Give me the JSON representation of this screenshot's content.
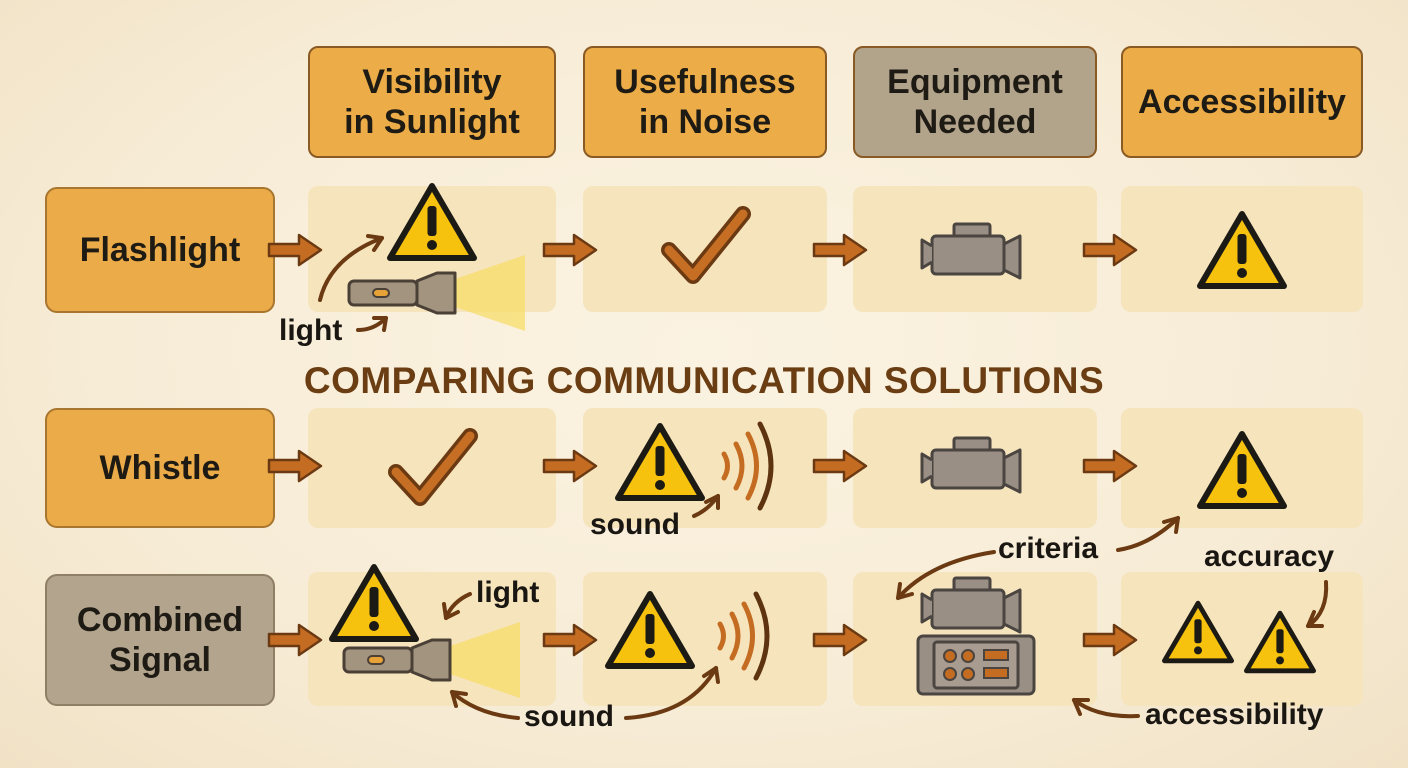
{
  "title": "COMPARING COMMUNICATION SOLUTIONS",
  "columns": [
    {
      "line1": "Visibility",
      "line2": "in Sunlight"
    },
    {
      "line1": "Usefulness",
      "line2": "in Noise"
    },
    {
      "line1": "Equipment",
      "line2": "Needed"
    },
    {
      "line1": "Accessibility",
      "line2": ""
    }
  ],
  "rows": [
    {
      "line1": "Flashlight",
      "line2": ""
    },
    {
      "line1": "Whistle",
      "line2": ""
    },
    {
      "line1": "Combined",
      "line2": "Signal"
    }
  ],
  "annotations": {
    "light_row1": "light",
    "sound_row2": "sound",
    "criteria": "criteria",
    "accuracy": "accuracy",
    "light_row3": "light",
    "sound_row3": "sound",
    "accessibility": "accessibility"
  },
  "colors": {
    "accent": "#ecad48",
    "neutral": "#b2a38b",
    "cell": "#f6e4bd",
    "arrow": "#c46d22",
    "warning": "#f6c20e",
    "title": "#6b3d12"
  },
  "icons": [
    "warning-icon",
    "checkmark-icon",
    "flashlight-icon",
    "camera-icon",
    "sound-waves-icon",
    "control-panel-icon",
    "arrow-icon"
  ]
}
